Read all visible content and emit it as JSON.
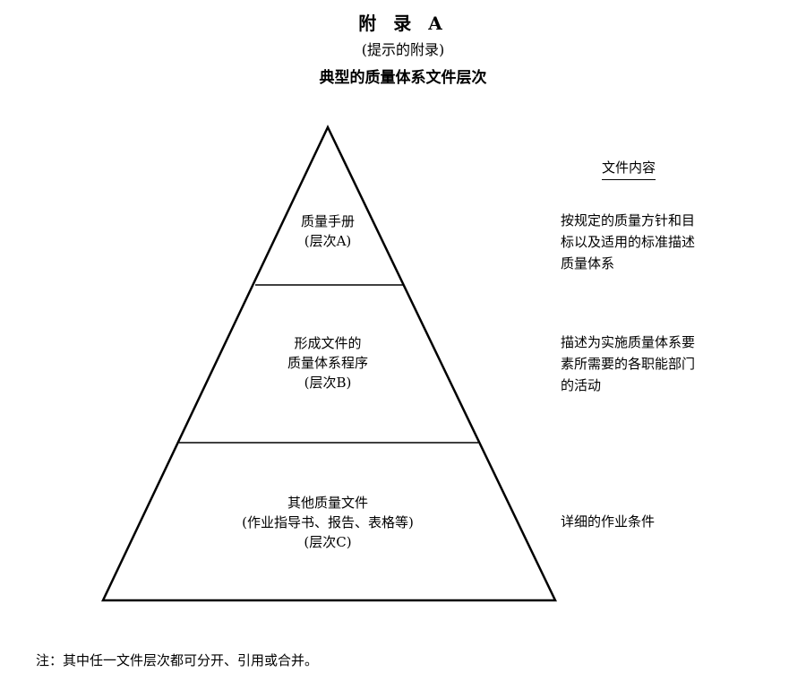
{
  "header": {
    "title": "附 录 A",
    "subtitle": "(提示的附录)",
    "heading": "典型的质量体系文件层次"
  },
  "pyramid": {
    "levels": [
      {
        "name": "质量手册",
        "level_label": "(层次A)"
      },
      {
        "name_line1": "形成文件的",
        "name_line2": "质量体系程序",
        "level_label": "(层次B)"
      },
      {
        "name": "其他质量文件",
        "detail": "(作业指导书、报告、表格等)",
        "level_label": "(层次C)"
      }
    ]
  },
  "content_column": {
    "heading": "文件内容",
    "descriptions": [
      {
        "line1": "按规定的质量方针和目",
        "line2": "标以及适用的标准描述",
        "line3": "质量体系"
      },
      {
        "line1": "描述为实施质量体系要",
        "line2": "素所需要的各职能部门",
        "line3": "的活动"
      },
      {
        "line1": "详细的作业条件"
      }
    ]
  },
  "footnote": "注：其中任一文件层次都可分开、引用或合并。"
}
